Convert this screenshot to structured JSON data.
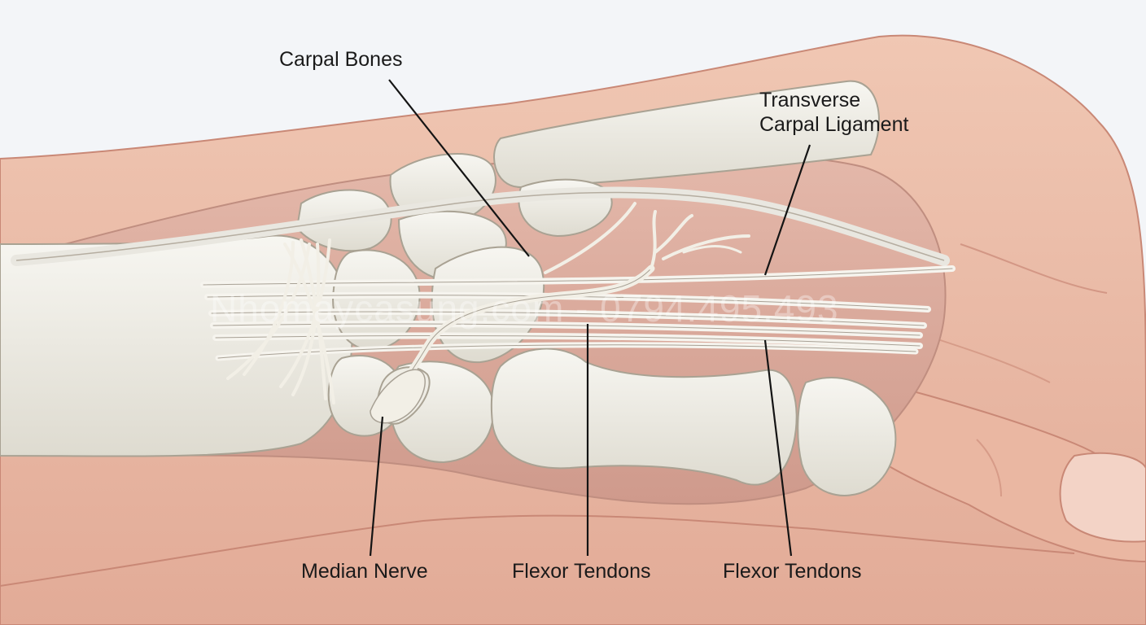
{
  "labels": {
    "carpal_bones": "Carpal Bones",
    "transverse_carpal_ligament": [
      "Transverse",
      "Carpal Ligament"
    ],
    "median_nerve": "Median Nerve",
    "flexor_tendons_center": "Flexor Tendons",
    "flexor_tendons_right": "Flexor Tendons"
  },
  "watermark": "Nhomaycasung.com - 0794.495.493",
  "colors": {
    "background": "#f3f5f8",
    "skin": "#ecc1ad",
    "skin_shadow": "#d99f8c",
    "tissue": "#d8a79a",
    "bone": "#eeece4",
    "bone_outline": "#a9a293",
    "tendon": "#f6f4ee",
    "leader_line": "#141414"
  }
}
